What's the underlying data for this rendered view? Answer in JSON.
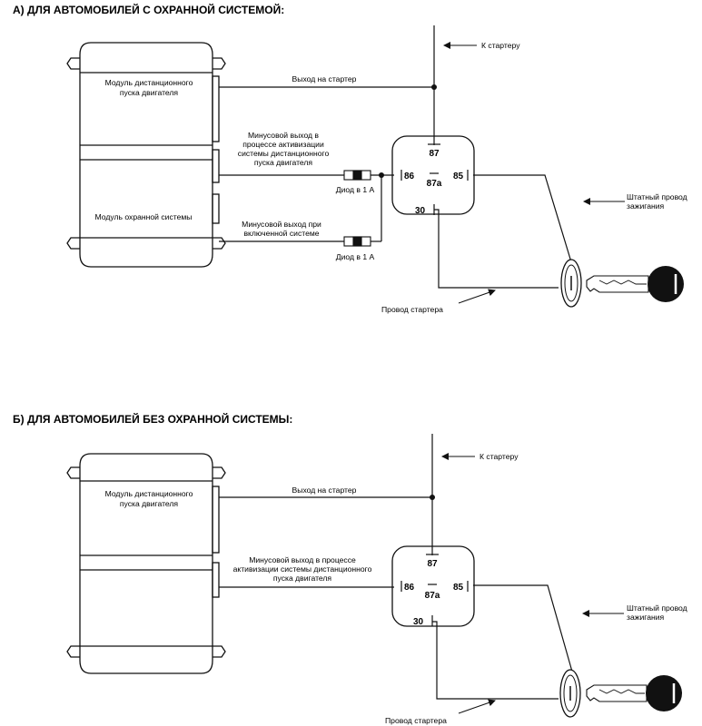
{
  "diagram_a": {
    "heading": "А) ДЛЯ АВТОМОБИЛЕЙ С ОХРАННОЙ СИСТЕМОЙ:",
    "module_remote": [
      "Модуль дистанционного",
      "пуска двигателя"
    ],
    "module_alarm": "Модуль охранной системы",
    "output_starter": "Выход на стартер",
    "to_starter": "К стартеру",
    "minus_out_remote": [
      "Минусовой выход в",
      "процессе активизации",
      "системы дистанционного",
      "пуска двигателя"
    ],
    "minus_out_alarm": [
      "Минусовой выход при",
      "включенной системе"
    ],
    "diode1": "Диод в 1 А",
    "diode2": "Диод в 1 А",
    "ignition_wire": [
      "Штатный провод",
      "зажигания"
    ],
    "starter_wire": "Провод стартера",
    "relay": {
      "p87": "87",
      "p86": "86",
      "p87a": "87a",
      "p85": "85",
      "p30": "30"
    }
  },
  "diagram_b": {
    "heading": "Б) ДЛЯ АВТОМОБИЛЕЙ БЕЗ ОХРАННОЙ СИСТЕМЫ:",
    "module_remote": [
      "Модуль дистанционного",
      "пуска двигателя"
    ],
    "output_starter": "Выход на стартер",
    "to_starter": "К стартеру",
    "minus_out_remote": [
      "Минусовой выход в процессе",
      "активизации системы дистанционного",
      "пуска двигателя"
    ],
    "ignition_wire": [
      "Штатный провод",
      "зажигания"
    ],
    "starter_wire": "Провод стартера",
    "relay": {
      "p87": "87",
      "p86": "86",
      "p87a": "87a",
      "p85": "85",
      "p30": "30"
    }
  }
}
